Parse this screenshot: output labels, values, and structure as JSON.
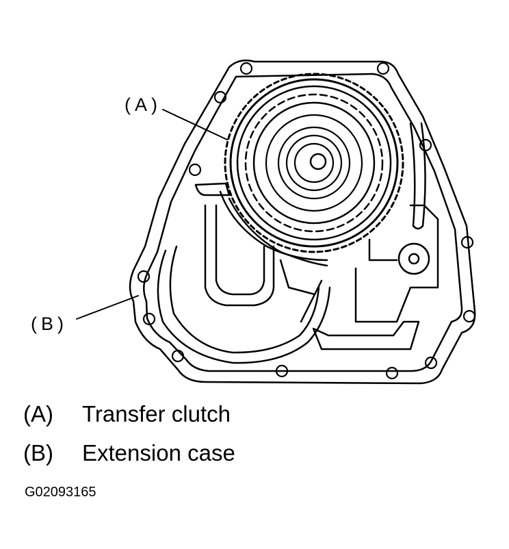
{
  "callouts": {
    "a": "(A)",
    "b": "(B)"
  },
  "legend": [
    {
      "key": "(A)",
      "text": "Transfer clutch"
    },
    {
      "key": "(B)",
      "text": "Extension case"
    }
  ],
  "figure_id": "G02093165"
}
